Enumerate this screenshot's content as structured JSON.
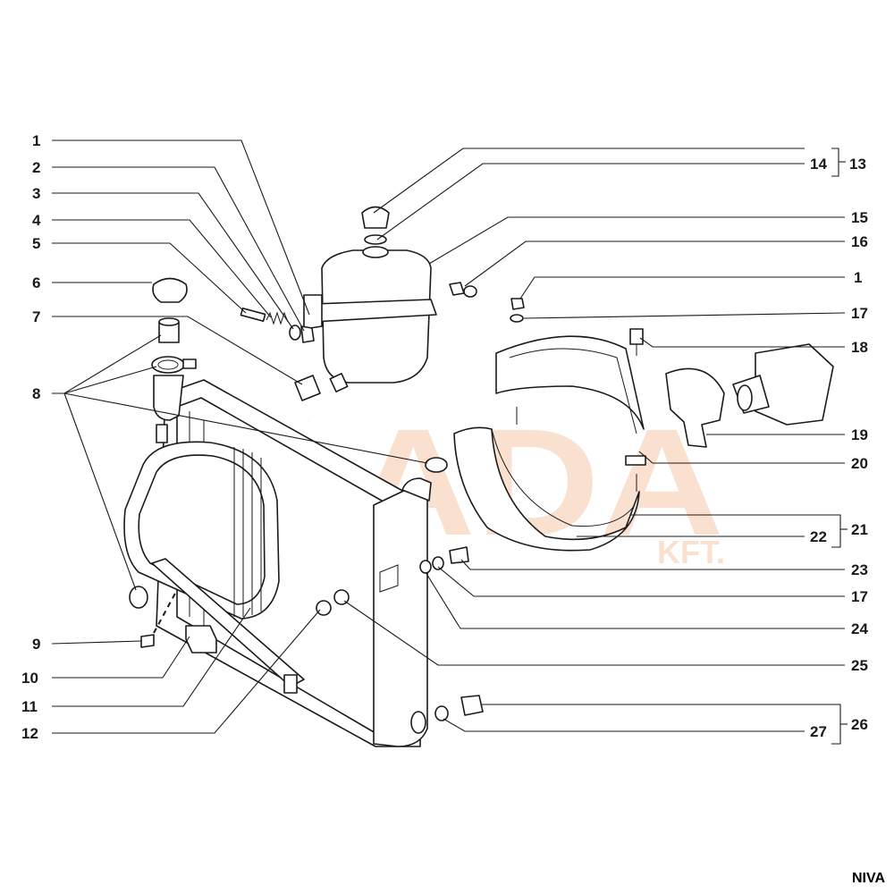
{
  "watermark": {
    "brand": "LADA",
    "sub": "KFT.",
    "color": "#f5c7a8"
  },
  "footer": {
    "model": "NIVA"
  },
  "callouts": {
    "c1_left": "1",
    "c2": "2",
    "c3": "3",
    "c4": "4",
    "c5": "5",
    "c6": "6",
    "c7": "7",
    "c8": "8",
    "c9": "9",
    "c10": "10",
    "c11": "11",
    "c12": "12",
    "c14": "14",
    "c13": "13",
    "c15": "15",
    "c16": "16",
    "c1_right": "1",
    "c17_top": "17",
    "c18": "18",
    "c19": "19",
    "c20": "20",
    "c22": "22",
    "c21": "21",
    "c23": "23",
    "c17_mid": "17",
    "c24": "24",
    "c25": "25",
    "c27": "27",
    "c26": "26"
  },
  "colors": {
    "line": "#1a1a1a",
    "background": "#ffffff"
  }
}
